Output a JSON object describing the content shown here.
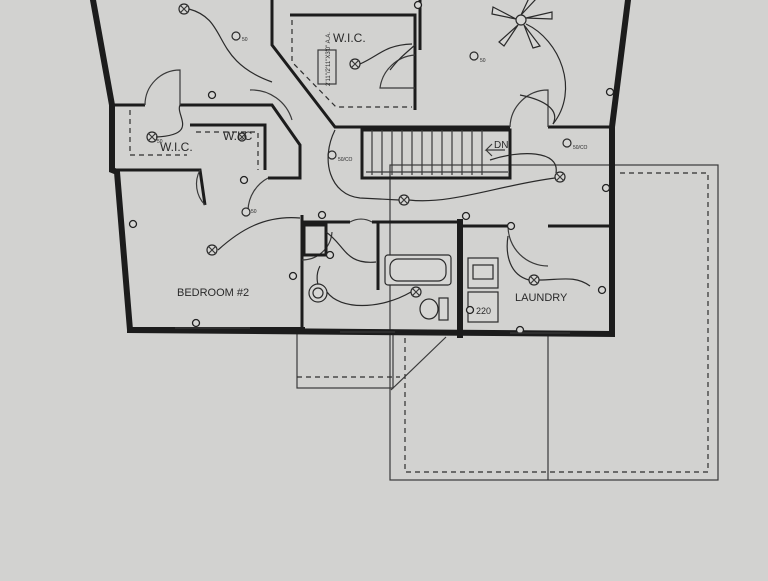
{
  "plan": {
    "labels": {
      "wic_top": "W.I.C.",
      "wic_left": "W.I.C.",
      "wic_mid": "W.I.C",
      "bedroom": "BEDROOM #2",
      "laundry": "LAUNDRY",
      "stair_dn": "DN",
      "panel": "2'11\"/2'11\"X3'0\" A.A.",
      "outlet_220": "220",
      "light_note_1": "50",
      "light_note_2": "50",
      "light_note_3": "50",
      "light_note_4": "50",
      "light_note_5": "50/CO",
      "light_note_6": "50/CO"
    }
  }
}
